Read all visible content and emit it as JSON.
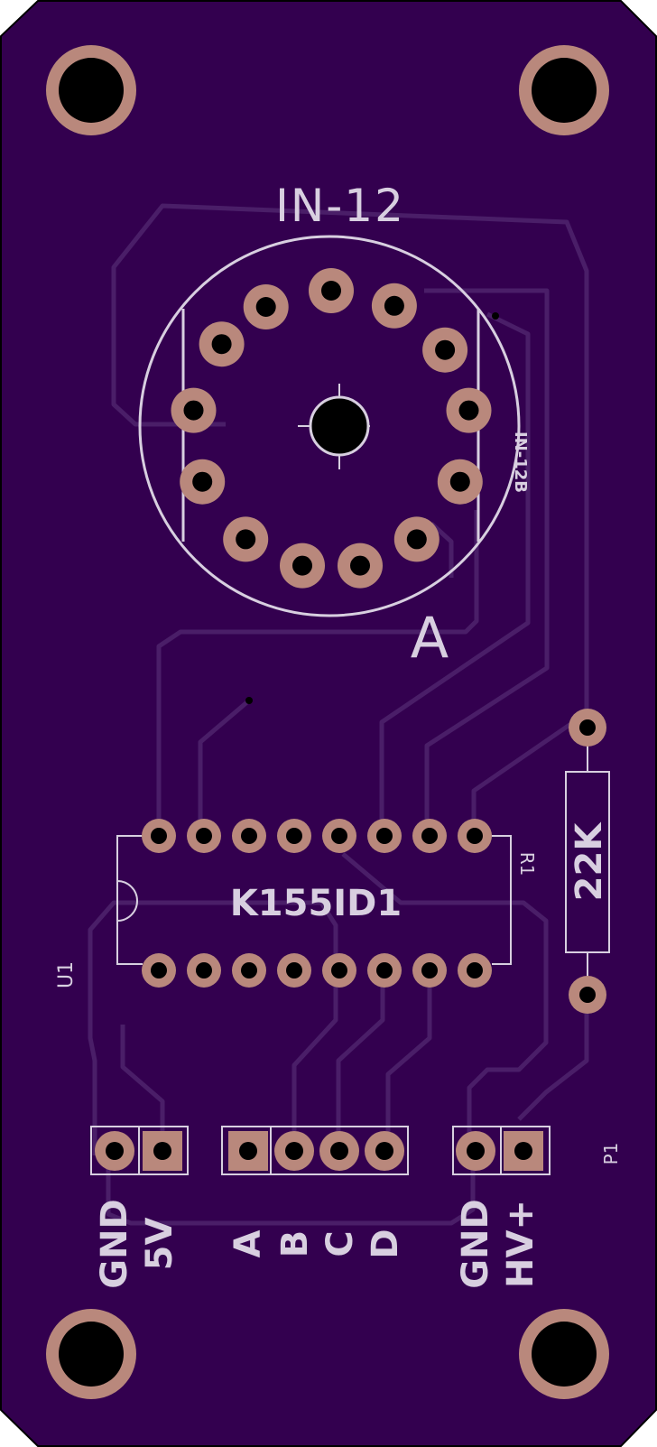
{
  "colors": {
    "board": "#33004f",
    "trace": "#4a1e68",
    "silkscreen": "#d8cfe0",
    "copper": "#b9887c",
    "hole": "#000000",
    "outline": "#000000"
  },
  "tube": {
    "label": "IN-12",
    "part_text": "IN-12B",
    "anode_label": "A"
  },
  "ic": {
    "name": "K155ID1",
    "ref": "U1"
  },
  "resistor": {
    "value": "22K",
    "ref": "R1"
  },
  "header": {
    "ref": "P1",
    "labels": {
      "gnd_left": "GND",
      "v5": "5V",
      "a": "A",
      "b": "B",
      "c": "C",
      "d": "D",
      "gnd_right": "GND",
      "hv": "HV+"
    }
  }
}
